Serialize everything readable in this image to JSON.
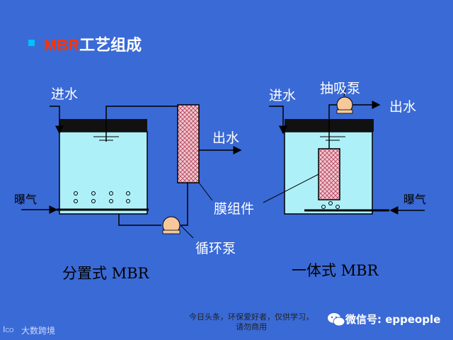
{
  "title": {
    "prefix": "MBR",
    "rest": "工艺组成"
  },
  "left": {
    "inlet": "进水",
    "outlet": "出水",
    "aeration": "曝气",
    "membrane": "膜组件",
    "pump": "循环泵",
    "caption": "分置式 MBR"
  },
  "right": {
    "inlet": "进水",
    "pump": "抽吸泵",
    "outlet": "出水",
    "aeration": "曝气",
    "caption": "一体式 MBR"
  },
  "footer": {
    "note_line1": "今日头条，环保爱好者，仅供学习，",
    "note_line2": "请勿商用",
    "wechat": "微信号: eppeople",
    "logo": "大数跨境"
  },
  "colors": {
    "background": "#3a6ad6",
    "tank_water": "#aef0f8",
    "tank_top": "#111111",
    "membrane": "#f2c4c8",
    "pump": "#f6c89a"
  }
}
